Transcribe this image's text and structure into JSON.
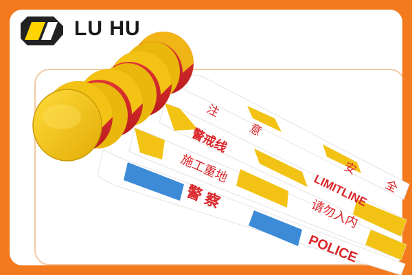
{
  "brand": {
    "name": "LU HU",
    "logo_icon": "lu-hu-logo-icon"
  },
  "colors": {
    "background": "#f47a1e",
    "tape_yellow": "#f2c314",
    "tape_red": "#d9262a",
    "tape_blue": "#3d8ad6",
    "tape_white": "#ffffff"
  },
  "tapes": [
    {
      "id": "anquan",
      "pattern": "red-white",
      "labels": [
        "注",
        "意",
        "安",
        "全"
      ]
    },
    {
      "id": "limitline",
      "pattern": "yellow-white",
      "labels": [
        "警戒线",
        "LIMITLINE"
      ]
    },
    {
      "id": "shigong",
      "pattern": "yellow-white",
      "labels": [
        "施工重地",
        "请勿入内"
      ]
    },
    {
      "id": "police",
      "pattern": "blue-white",
      "labels": [
        "警 察",
        "POLICE"
      ]
    }
  ]
}
